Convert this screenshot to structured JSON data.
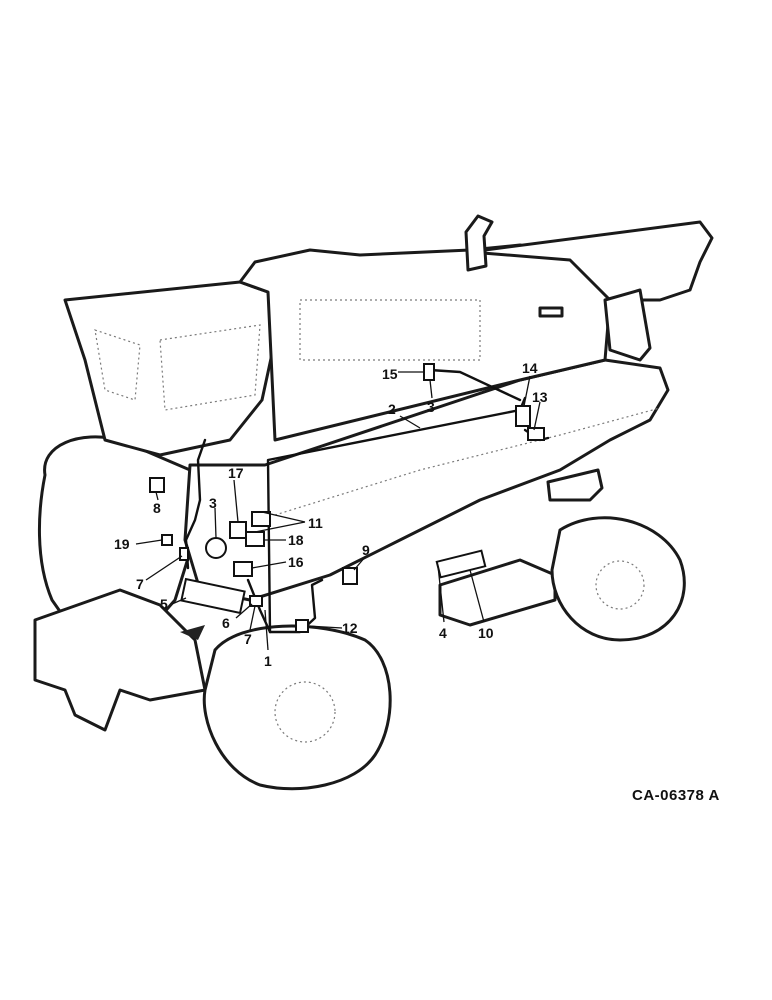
{
  "callouts": {
    "c1": "1",
    "c2": "2",
    "c3a": "3",
    "c3b": "3",
    "c4": "4",
    "c5": "5",
    "c6": "6",
    "c7a": "7",
    "c7b": "7",
    "c8": "8",
    "c9": "9",
    "c10": "10",
    "c11": "11",
    "c12": "12",
    "c13": "13",
    "c14": "14",
    "c15": "15",
    "c16": "16",
    "c17": "17",
    "c18": "18",
    "c19": "19"
  },
  "drawing_number": "CA-06378 A"
}
